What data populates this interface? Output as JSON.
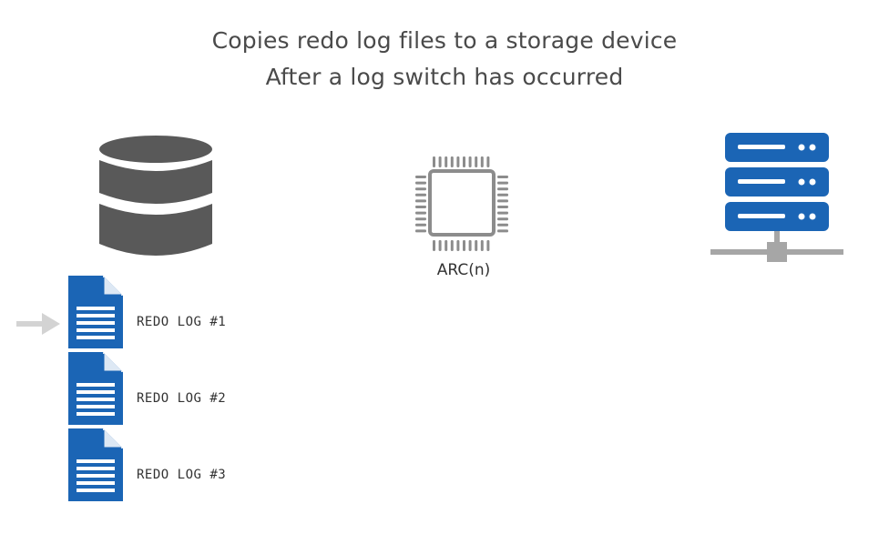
{
  "title": {
    "line1": "Copies redo log files to a storage device",
    "line2": "After a log switch has occurred"
  },
  "process": {
    "label": "ARC(n)",
    "icon": "cpu-chip-icon"
  },
  "database": {
    "icon": "database-icon"
  },
  "storage": {
    "icon": "server-storage-icon"
  },
  "redo_logs": [
    {
      "label": "REDO LOG #1",
      "active": true
    },
    {
      "label": "REDO LOG #2",
      "active": false
    },
    {
      "label": "REDO LOG #3",
      "active": false
    }
  ],
  "colors": {
    "database": "#595959",
    "document": "#1b65b5",
    "server": "#1b65b5",
    "chip": "#8c8c8c",
    "arrow": "#d3d3d3",
    "title": "#4a4a4a"
  }
}
